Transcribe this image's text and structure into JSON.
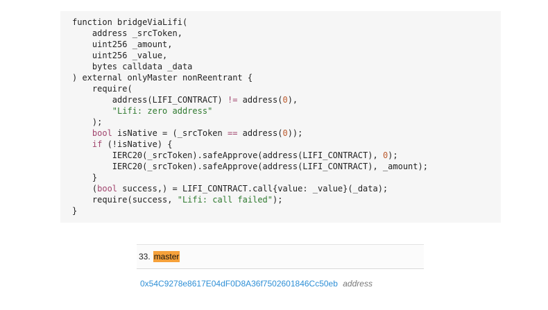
{
  "code": {
    "lines": [
      [
        {
          "t": "function bridgeViaLifi(",
          "c": ""
        }
      ],
      [
        {
          "t": "    address _srcToken,",
          "c": ""
        }
      ],
      [
        {
          "t": "    uint256 _amount,",
          "c": ""
        }
      ],
      [
        {
          "t": "    uint256 _value,",
          "c": ""
        }
      ],
      [
        {
          "t": "    bytes calldata _data",
          "c": ""
        }
      ],
      [
        {
          "t": ") external onlyMaster nonReentrant {",
          "c": ""
        }
      ],
      [
        {
          "t": "    require(",
          "c": ""
        }
      ],
      [
        {
          "t": "        address(LIFI_CONTRACT) ",
          "c": ""
        },
        {
          "t": "!=",
          "c": "op"
        },
        {
          "t": " address(",
          "c": ""
        },
        {
          "t": "0",
          "c": "num"
        },
        {
          "t": "),",
          "c": ""
        }
      ],
      [
        {
          "t": "        ",
          "c": ""
        },
        {
          "t": "\"Lifi: zero address\"",
          "c": "str"
        }
      ],
      [
        {
          "t": "    );",
          "c": ""
        }
      ],
      [
        {
          "t": "    ",
          "c": ""
        },
        {
          "t": "bool",
          "c": "kw"
        },
        {
          "t": " isNative = (_srcToken ",
          "c": ""
        },
        {
          "t": "==",
          "c": "op"
        },
        {
          "t": " address(",
          "c": ""
        },
        {
          "t": "0",
          "c": "num"
        },
        {
          "t": "));",
          "c": ""
        }
      ],
      [
        {
          "t": "    ",
          "c": ""
        },
        {
          "t": "if",
          "c": "kw"
        },
        {
          "t": " (!isNative) {",
          "c": ""
        }
      ],
      [
        {
          "t": "        IERC20(_srcToken).safeApprove(address(LIFI_CONTRACT), ",
          "c": ""
        },
        {
          "t": "0",
          "c": "num"
        },
        {
          "t": ");",
          "c": ""
        }
      ],
      [
        {
          "t": "        IERC20(_srcToken).safeApprove(address(LIFI_CONTRACT), _amount);",
          "c": ""
        }
      ],
      [
        {
          "t": "    }",
          "c": ""
        }
      ],
      [
        {
          "t": "    (",
          "c": ""
        },
        {
          "t": "bool",
          "c": "kw"
        },
        {
          "t": " success,) = LIFI_CONTRACT.call{value: _value}(_data);",
          "c": ""
        }
      ],
      [
        {
          "t": "    require(success, ",
          "c": ""
        },
        {
          "t": "\"Lifi: call failed\"",
          "c": "str"
        },
        {
          "t": ");",
          "c": ""
        }
      ],
      [
        {
          "t": "}",
          "c": ""
        }
      ]
    ]
  },
  "variable": {
    "index": "33.",
    "name": "master",
    "value": "0x54C9278e8617E04dF0D8A36f7502601846Cc50eb",
    "type": "address"
  }
}
